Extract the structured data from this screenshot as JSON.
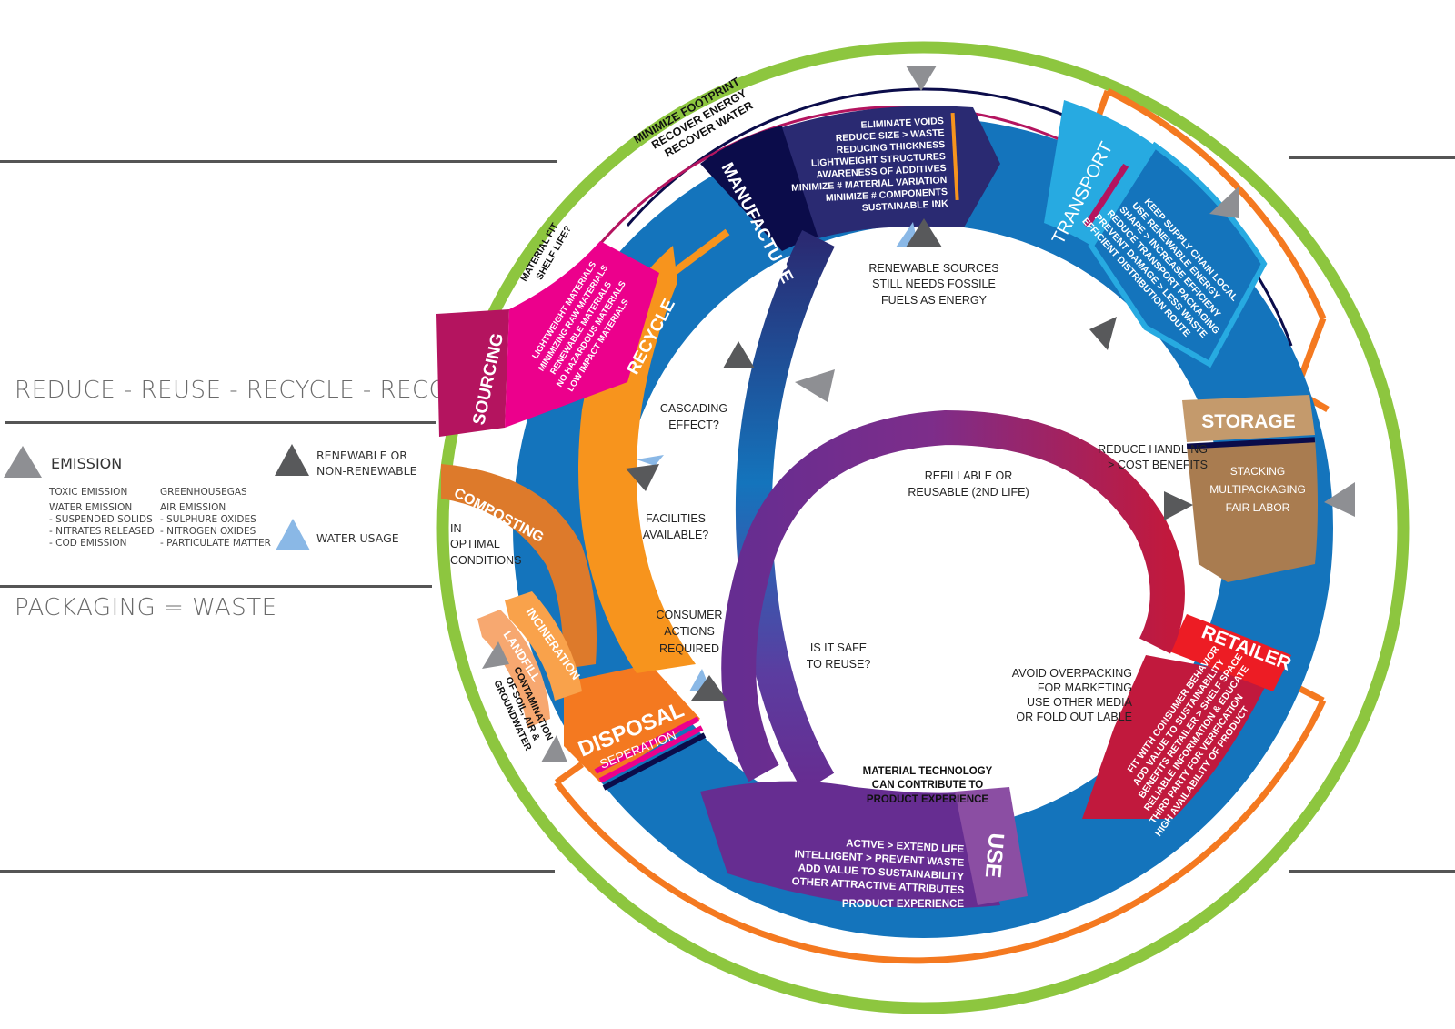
{
  "headings": {
    "top": "REDUCE - REUSE - RECYCLE - RECOVER",
    "bottom": "PACKAGING = WASTE"
  },
  "legend": {
    "emission": {
      "label": "EMISSION",
      "color": "#8e8f93",
      "col1": [
        "TOXIC EMISSION",
        "",
        "WATER EMISSION",
        " - SUSPENDED SOLIDS",
        " - NITRATES RELEASED",
        " - COD EMISSION"
      ],
      "col2": [
        "GREENHOUSEGAS",
        "",
        "AIR EMISSION",
        " - SULPHURE OXIDES",
        " - NITROGEN OXIDES",
        " - PARTICULATE MATTER"
      ]
    },
    "renewable": {
      "label_line1": "RENEWABLE OR",
      "label_line2": "NON-RENEWABLE",
      "color": "#58595b"
    },
    "water": {
      "label": "WATER USAGE",
      "color": "#8ab8e6"
    }
  },
  "colors": {
    "green_ring": "#8dc63f",
    "orange_ring": "#f47920",
    "blue_ring": "#1474bc",
    "light_blue": "#27aae1",
    "navy": "#0b0c4a",
    "indigo": "#2a2a72",
    "magenta": "#ec008c",
    "dark_magenta": "#b4145f",
    "orange": "#f7941d",
    "dark_orange": "#dd7a2b",
    "brown": "#a97c50",
    "tan": "#c49a6c",
    "red": "#c1193d",
    "bright_red": "#ed1c24",
    "purple": "#662d91",
    "light_purple": "#8b4ea3"
  },
  "stages": {
    "manufacture": {
      "label": "MANUFACTURE",
      "notes_outside": [
        "MINIMIZE FOOTPRINT",
        "RECOVER ENERGY",
        "RECOVER WATER"
      ],
      "items": [
        "ELIMINATE VOIDS",
        "REDUCE SIZE > WASTE",
        "REDUCING THICKNESS",
        "LIGHTWEIGHT STRUCTURES",
        "AWARENESS OF ADDITIVES",
        "MINIMIZE # MATERIAL VARIATION",
        "MINIMIZE # COMPONENTS",
        "SUSTAINABLE INK"
      ]
    },
    "transport": {
      "label": "TRANSPORT",
      "items": [
        "KEEP SUPPLY CHAIN LOCAL",
        "USE RENEWABLE ENERGY",
        "SHAPE > INCREASE EFFICIENY",
        "REDUCE TRANSPORT PACKAGING",
        "PREVENT DAMAGE > LESS WASTE",
        "EFFICIENT DISTRIBUTION ROUTE"
      ]
    },
    "storage": {
      "label": "STORAGE",
      "items": [
        "STACKING",
        "MULTIPACKAGING",
        "FAIR LABOR"
      ]
    },
    "retailer": {
      "label": "RETAILER",
      "items": [
        "FIT WITH CONSUMER BEHAVIOR",
        "ADD VALUE TO SUSTAINABILITY",
        "BENEFITS RETAILER > SHELF SPACE",
        "RELIABLE INFORMATION &  EDUCATE",
        "THIRD PARTY FOR VERIFICATION",
        "HIGH AVAILABILITY OF PRODUCT"
      ]
    },
    "use": {
      "label": "USE",
      "items": [
        "ACTIVE > EXTEND LIFE",
        "INTELLIGENT > PREVENT WASTE",
        "ADD VALUE TO SUSTAINABILITY",
        "OTHER ATTRACTIVE ATTRIBUTES",
        "PRODUCT EXPERIENCE"
      ]
    },
    "disposal": {
      "label": "DISPOSAL",
      "sublabel": "SEPERATION"
    },
    "composting": {
      "label": "COMPOSTING",
      "note": [
        "IN",
        "OPTIMAL",
        "CONDITIONS"
      ]
    },
    "incineration": {
      "label": "INCINERATION"
    },
    "landfill": {
      "label": "LANDFILL",
      "note": [
        "CONTAMINATION",
        "OF SOIL, AIR &",
        "GROUNDWATER"
      ]
    },
    "recycle": {
      "label": "RECYCLE"
    },
    "sourcing": {
      "label": "SOURCING",
      "note": [
        "MATERIAL FIT",
        "SHELF LIFE?"
      ],
      "items": [
        "LIGHTWEIGHT MATERIALS",
        "MINIMIZING RAW MATERIALS",
        "RENEWABLE MATERIALS",
        "NO HAZARDOUS MATERIALS",
        "LOW IMPACT MATERIALS"
      ]
    }
  },
  "annotations": {
    "renewable_sources": [
      "RENEWABLE SOURCES",
      "STILL NEEDS FOSSILE",
      "FUELS AS ENERGY"
    ],
    "cascading": [
      "CASCADING",
      "EFFECT?"
    ],
    "facilities": [
      "FACILITIES",
      "AVAILABLE?"
    ],
    "consumer_actions": [
      "CONSUMER",
      "ACTIONS",
      "REQUIRED"
    ],
    "refillable": [
      "REFILLABLE OR",
      "REUSABLE (2ND LIFE)"
    ],
    "is_it_safe": [
      "IS IT SAFE",
      "TO REUSE?"
    ],
    "reduce_handling": [
      "REDUCE HANDLING",
      "> COST BENEFITS"
    ],
    "avoid_overpacking": [
      "AVOID OVERPACKING",
      "FOR MARKETING",
      "USE OTHER MEDIA",
      "OR FOLD OUT LABLE"
    ],
    "material_technology": [
      "MATERIAL TECHNOLOGY",
      "CAN CONTRIBUTE TO",
      "PRODUCT EXPERIENCE"
    ]
  }
}
